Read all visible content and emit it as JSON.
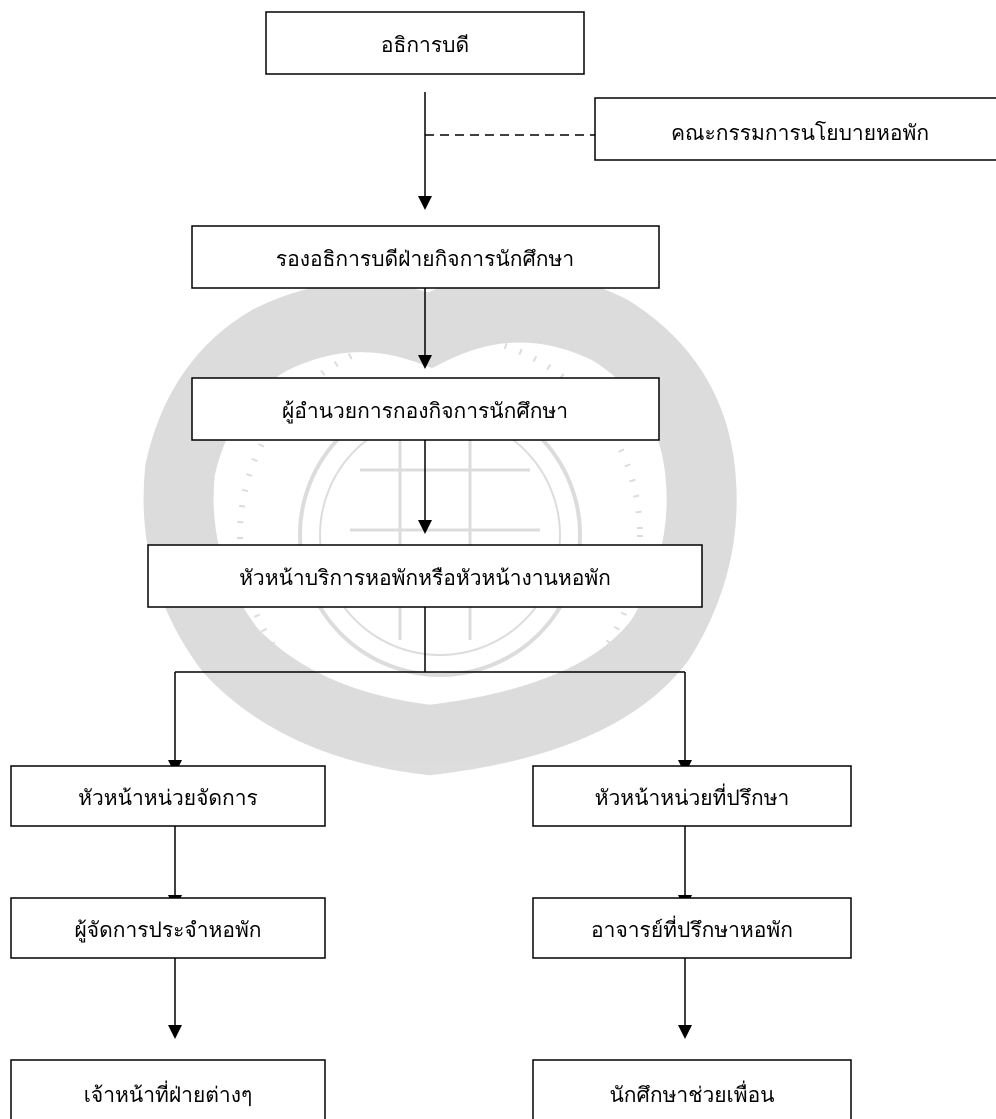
{
  "colors": {
    "line": "#000000",
    "box_fill": "#ffffff",
    "seal": "#d9d9d9"
  },
  "nodes": {
    "president": "อธิการบดี",
    "policy_committee": "คณะกรรมการนโยบายหอพัก",
    "vp_student_affairs": "รองอธิการบดีฝ่ายกิจการนักศึกษา",
    "director_student_affairs": "ผู้อำนวยการกองกิจการนักศึกษา",
    "head_dormitory": "หัวหน้าบริการหอพักหรือหัวหน้างานหอพัก",
    "head_management": "หัวหน้าหน่วยจัดการ",
    "head_advisory": "หัวหน้าหน่วยที่ปรึกษา",
    "dorm_manager": "ผู้จัดการประจำหอพัก",
    "dorm_advisor": "อาจารย์ที่ปรึกษาหอพัก",
    "staff": "เจ้าหน้าที่ฝ่ายต่างๆ",
    "peer_helpers": "นักศึกษาช่วยเพื่อน"
  }
}
